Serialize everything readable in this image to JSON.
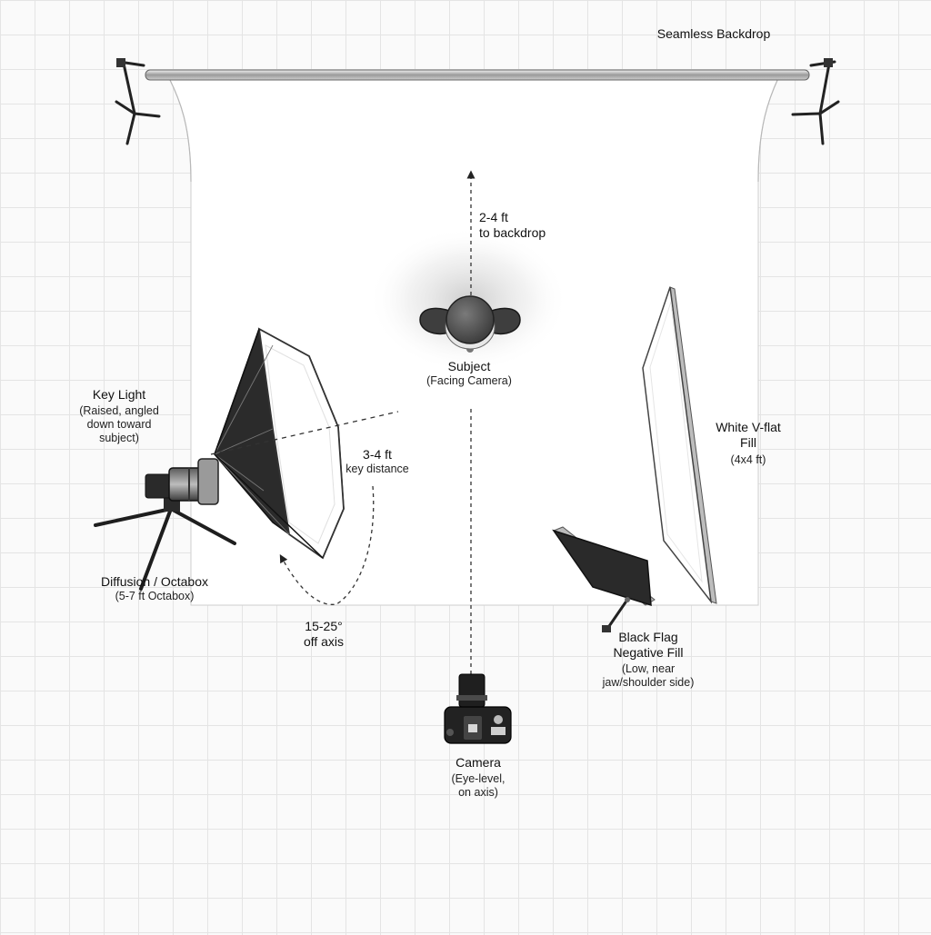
{
  "labels": {
    "backdrop": "Seamless Backdrop",
    "distance_backdrop": {
      "value": "2-4 ft",
      "note": "to backdrop"
    },
    "subject": {
      "title": "Subject",
      "sub": "(Facing Camera)"
    },
    "key_light": {
      "title": "Key Light",
      "sub_lines": [
        "(Raised, angled",
        "down toward",
        "subject)"
      ]
    },
    "key_distance": {
      "value": "3-4 ft",
      "note": "key distance"
    },
    "diffusion": {
      "title": "Diffusion / Octabox",
      "sub": "(5-7 ft Octabox)"
    },
    "angle": {
      "value": "15-25°",
      "note": "off axis"
    },
    "vflat": {
      "title_lines": [
        "White V-flat",
        "Fill"
      ],
      "sub": "(4x4 ft)"
    },
    "flag": {
      "title_lines": [
        "Black Flag",
        "Negative Fill"
      ],
      "sub_lines": [
        "(Low, near",
        "jaw/shoulder side)"
      ]
    },
    "camera": {
      "title": "Camera",
      "sub_lines": [
        "(Eye-level,",
        "on axis)"
      ]
    }
  },
  "icons": {
    "backdrop": "seamless-backdrop-paper",
    "stand": "light-stand-icon",
    "softbox": "octabox-icon",
    "subject": "subject-top-view-icon",
    "vflat": "v-flat-icon",
    "flag": "black-flag-icon",
    "camera": "camera-icon"
  },
  "colors": {
    "backdrop_paper": "#ffffff",
    "grid": "#e4e4e4",
    "octabox_interior": "#2b2b2b",
    "flag": "#2a2a2a",
    "subject_head": "#555555"
  }
}
